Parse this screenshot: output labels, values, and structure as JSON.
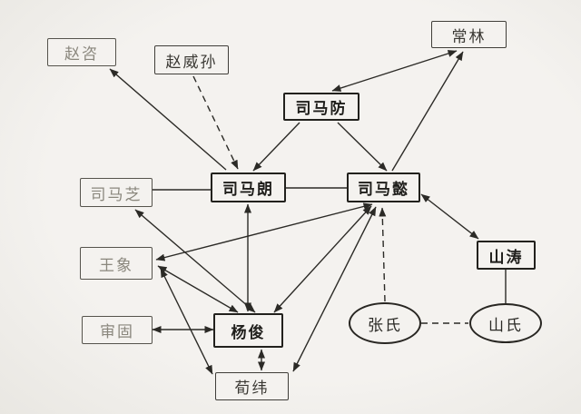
{
  "diagram": {
    "description": "relationship network diagram of the Sima family and associates",
    "background": "#f4f2ef",
    "line_color": "#2b2a26",
    "nodes": [
      {
        "id": "zhao-zi",
        "label": "赵咨",
        "shape": "rect"
      },
      {
        "id": "zhao-weisun",
        "label": "赵威孙",
        "shape": "rect"
      },
      {
        "id": "chang-lin",
        "label": "常林",
        "shape": "rect"
      },
      {
        "id": "sima-fang",
        "label": "司马防",
        "shape": "rect"
      },
      {
        "id": "sima-zhi",
        "label": "司马芝",
        "shape": "rect"
      },
      {
        "id": "sima-lang",
        "label": "司马朗",
        "shape": "rect"
      },
      {
        "id": "sima-yi",
        "label": "司马懿",
        "shape": "rect"
      },
      {
        "id": "shan-tao",
        "label": "山涛",
        "shape": "rect"
      },
      {
        "id": "wang-xiang",
        "label": "王象",
        "shape": "rect"
      },
      {
        "id": "shen-gu",
        "label": "审固",
        "shape": "rect"
      },
      {
        "id": "yang-jun",
        "label": "杨俊",
        "shape": "rect"
      },
      {
        "id": "xun-wei",
        "label": "荀纬",
        "shape": "rect"
      },
      {
        "id": "zhang-shi",
        "label": "张氏",
        "shape": "ellipse"
      },
      {
        "id": "shan-shi",
        "label": "山氏",
        "shape": "ellipse"
      }
    ],
    "edges": [
      {
        "from": "sima-lang",
        "to": "zhao-zi",
        "line": "solid",
        "arrows": "end"
      },
      {
        "from": "zhao-weisun",
        "to": "sima-lang",
        "line": "dashed",
        "arrows": "end"
      },
      {
        "from": "sima-fang",
        "to": "chang-lin",
        "line": "solid",
        "arrows": "both"
      },
      {
        "from": "sima-yi",
        "to": "chang-lin",
        "line": "solid",
        "arrows": "end"
      },
      {
        "from": "sima-fang",
        "to": "sima-lang",
        "line": "solid",
        "arrows": "end"
      },
      {
        "from": "sima-fang",
        "to": "sima-yi",
        "line": "solid",
        "arrows": "end"
      },
      {
        "from": "sima-zhi",
        "to": "sima-lang",
        "line": "solid",
        "arrows": "none"
      },
      {
        "from": "sima-lang",
        "to": "sima-yi",
        "line": "solid",
        "arrows": "none"
      },
      {
        "from": "sima-lang",
        "to": "yang-jun",
        "line": "solid",
        "arrows": "both"
      },
      {
        "from": "sima-zhi",
        "to": "yang-jun",
        "line": "solid",
        "arrows": "both"
      },
      {
        "from": "wang-xiang",
        "to": "sima-yi",
        "line": "solid",
        "arrows": "both"
      },
      {
        "from": "wang-xiang",
        "to": "yang-jun",
        "line": "solid",
        "arrows": "both"
      },
      {
        "from": "wang-xiang",
        "to": "xun-wei",
        "line": "solid",
        "arrows": "both"
      },
      {
        "from": "shen-gu",
        "to": "yang-jun",
        "line": "solid",
        "arrows": "both"
      },
      {
        "from": "yang-jun",
        "to": "xun-wei",
        "line": "solid",
        "arrows": "both"
      },
      {
        "from": "yang-jun",
        "to": "sima-yi",
        "line": "solid",
        "arrows": "both"
      },
      {
        "from": "xun-wei",
        "to": "sima-yi",
        "line": "solid",
        "arrows": "both"
      },
      {
        "from": "zhang-shi",
        "to": "sima-yi",
        "line": "dashed",
        "arrows": "end"
      },
      {
        "from": "sima-yi",
        "to": "shan-tao",
        "line": "solid",
        "arrows": "both"
      },
      {
        "from": "shan-tao",
        "to": "shan-shi",
        "line": "solid",
        "arrows": "none"
      },
      {
        "from": "zhang-shi",
        "to": "shan-shi",
        "line": "dashed",
        "arrows": "none"
      }
    ]
  }
}
